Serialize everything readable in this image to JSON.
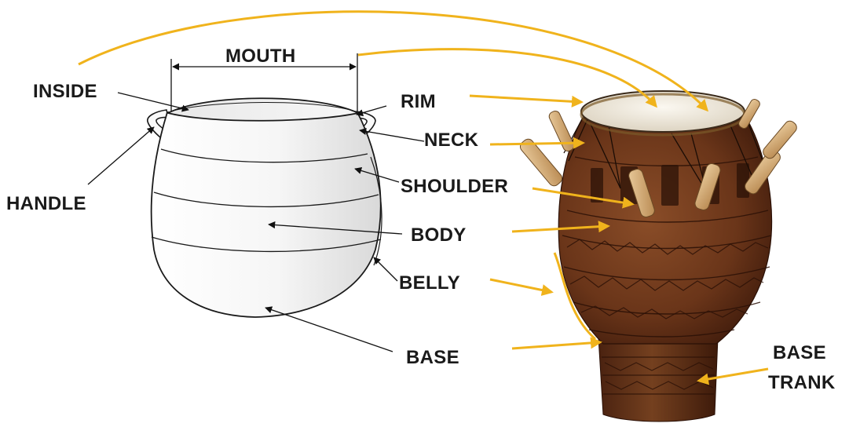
{
  "labels": {
    "mouth": "MOUTH",
    "inside": "INSIDE",
    "rim": "RIM",
    "neck": "NECK",
    "handle": "HANDLE",
    "shoulder": "SHOULDER",
    "body": "BODY",
    "belly": "BELLY",
    "base": "BASE",
    "base_trank_line1": "BASE",
    "base_trank_line2": "TRANK"
  },
  "colors": {
    "pointer_yellow": "#f0b31c",
    "pointer_black": "#111111",
    "drum_wood": "#6e3a1d",
    "drum_wood_dark": "#3f1c0c",
    "drum_head": "#efe9dc",
    "pot_outline": "#1a1a1a"
  }
}
